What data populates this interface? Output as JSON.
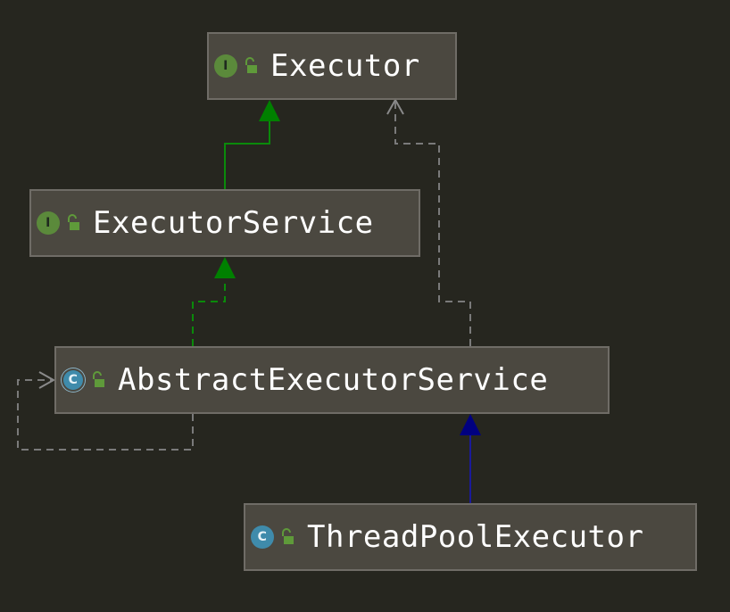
{
  "diagram": {
    "background_color": "#26261f",
    "nodes": {
      "executor": {
        "label": "Executor",
        "kind": "interface",
        "kind_glyph": "I",
        "visibility_icon": "unlocked-padlock-icon"
      },
      "executor_service": {
        "label": "ExecutorService",
        "kind": "interface",
        "kind_glyph": "I",
        "visibility_icon": "unlocked-padlock-icon"
      },
      "abstract_executor_service": {
        "label": "AbstractExecutorService",
        "kind": "abstract-class",
        "kind_glyph": "C",
        "visibility_icon": "unlocked-padlock-icon"
      },
      "thread_pool_executor": {
        "label": "ThreadPoolExecutor",
        "kind": "class",
        "kind_glyph": "C",
        "visibility_icon": "unlocked-padlock-icon"
      }
    },
    "relations": [
      {
        "from": "executor_service",
        "to": "executor",
        "type": "extends",
        "style": "solid",
        "color": "#008000"
      },
      {
        "from": "abstract_executor_service",
        "to": "executor_service",
        "type": "implements",
        "style": "dashed",
        "color": "#008000"
      },
      {
        "from": "abstract_executor_service",
        "to": "executor",
        "type": "dependency",
        "style": "dashed",
        "color": "#7a7a7a"
      },
      {
        "from": "abstract_executor_service",
        "to": "abstract_executor_service",
        "type": "dependency",
        "style": "dashed",
        "color": "#7a7a7a"
      },
      {
        "from": "thread_pool_executor",
        "to": "abstract_executor_service",
        "type": "extends",
        "style": "solid",
        "color": "#000080"
      }
    ]
  }
}
